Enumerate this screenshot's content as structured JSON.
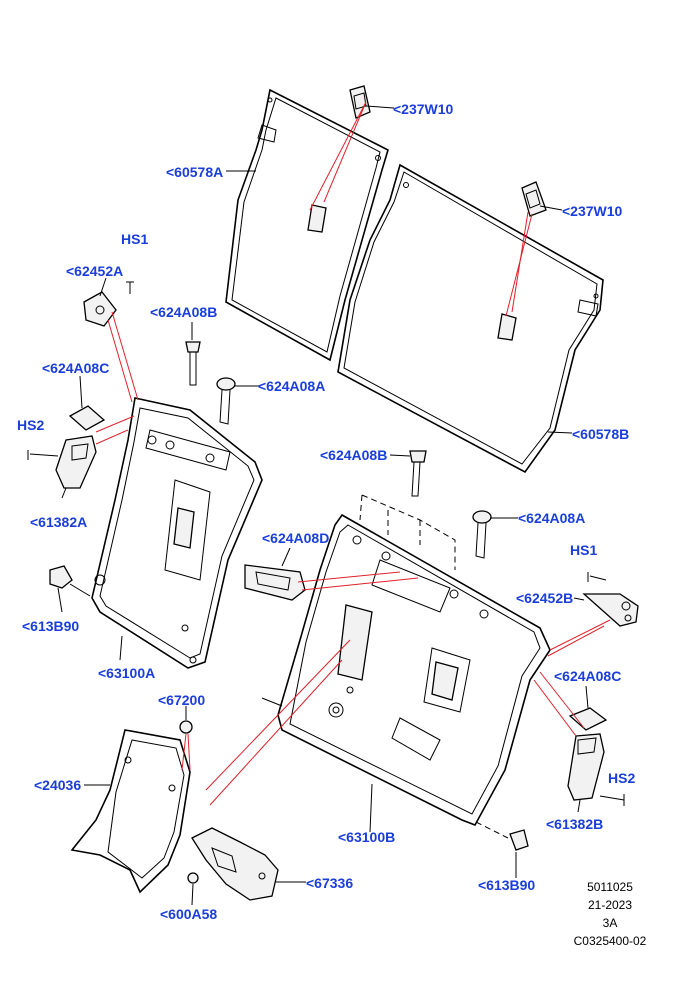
{
  "callouts": {
    "c_237W10_top": "<237W10",
    "c_60578A": "<60578A",
    "c_237W10_right": "<237W10",
    "c_HS1_left": "HS1",
    "c_62452A": "<62452A",
    "c_624A08B_left": "<624A08B",
    "c_624A08A_left": "<624A08A",
    "c_624A08C_left": "<624A08C",
    "c_HS2_left": "HS2",
    "c_61382A": "<61382A",
    "c_613B90_left": "<613B90",
    "c_63100A": "<63100A",
    "c_60578B": "<60578B",
    "c_624A08B_right": "<624A08B",
    "c_624A08A_right": "<624A08A",
    "c_624A08D": "<624A08D",
    "c_HS1_right": "HS1",
    "c_62452B": "<62452B",
    "c_624A08C_right": "<624A08C",
    "c_HS2_right": "HS2",
    "c_61382B": "<61382B",
    "c_67200": "<67200",
    "c_24036": "<24036",
    "c_63100B": "<63100B",
    "c_613B90_right": "<613B90",
    "c_67336": "<67336",
    "c_600A58": "<600A58"
  },
  "meta": {
    "line1": "5011025",
    "line2": "21-2023",
    "line3": "3A",
    "line4": "C0325400-02"
  },
  "colors": {
    "callout_text": "#1a3ddb",
    "highlight_line": "#e0202a",
    "drawing_line": "#000000"
  }
}
